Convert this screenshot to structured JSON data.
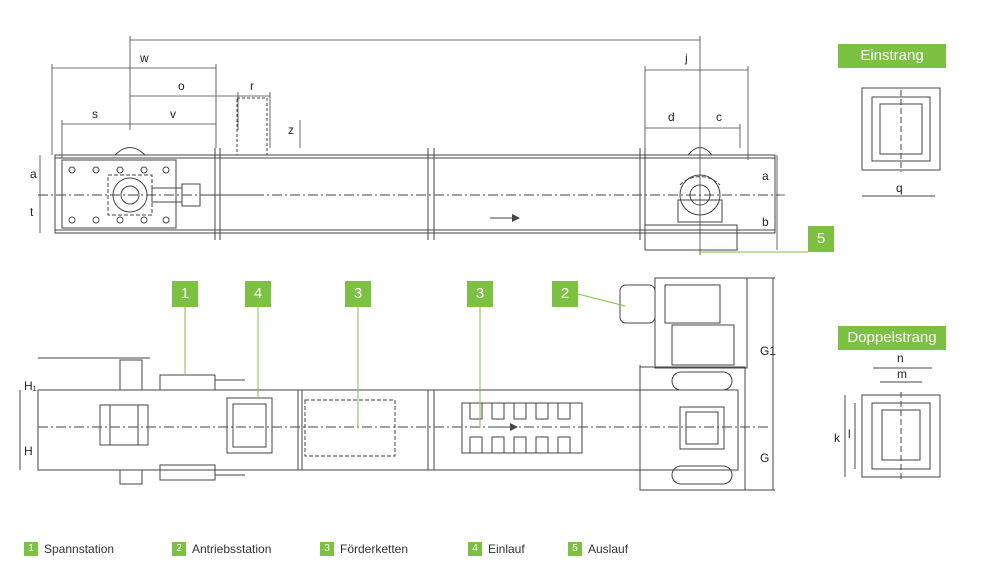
{
  "views": {
    "einstrang_label": "Einstrang",
    "doppelstrang_label": "Doppelstrang"
  },
  "dimensions": {
    "w": "w",
    "o": "o",
    "r": "r",
    "s": "s",
    "v": "v",
    "z": "z",
    "a_left": "a",
    "t": "t",
    "j": "j",
    "d": "d",
    "c": "c",
    "a_right": "a",
    "b": "b",
    "q": "q",
    "H1": "H₁",
    "H": "H",
    "G1": "G1",
    "G": "G",
    "n": "n",
    "m": "m",
    "k": "k",
    "l": "l"
  },
  "callouts": {
    "c1": "1",
    "c4": "4",
    "c3a": "3",
    "c3b": "3",
    "c2": "2",
    "c5": "5"
  },
  "legend": [
    {
      "num": "1",
      "label": "Spannstation"
    },
    {
      "num": "2",
      "label": "Antriebsstation"
    },
    {
      "num": "3",
      "label": "Förderketten"
    },
    {
      "num": "4",
      "label": "Einlauf"
    },
    {
      "num": "5",
      "label": "Auslauf"
    }
  ],
  "colors": {
    "accent": "#7dc142",
    "line": "#444444"
  }
}
